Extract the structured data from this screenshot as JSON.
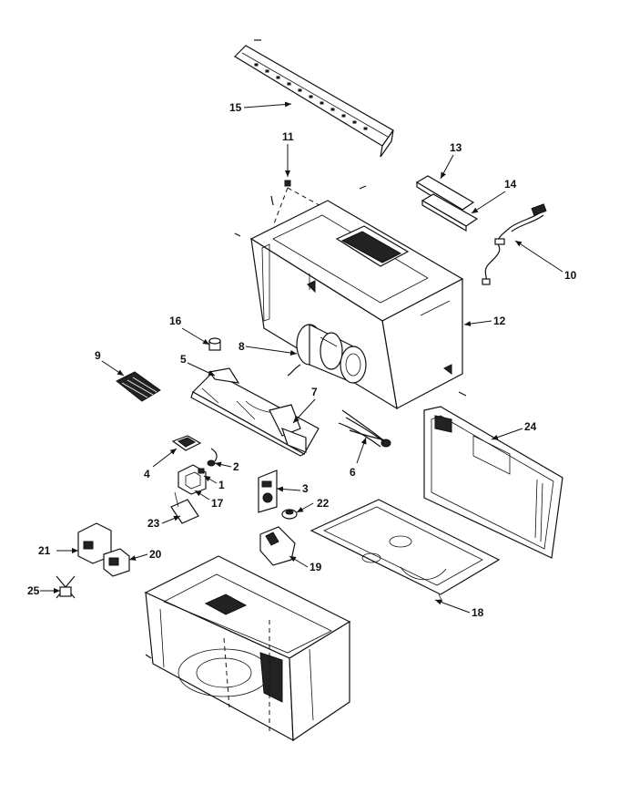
{
  "callouts": [
    {
      "id": "c1",
      "text": "1"
    },
    {
      "id": "c2",
      "text": "2"
    },
    {
      "id": "c3",
      "text": "3"
    },
    {
      "id": "c4",
      "text": "4"
    },
    {
      "id": "c5",
      "text": "5"
    },
    {
      "id": "c6",
      "text": "6"
    },
    {
      "id": "c7",
      "text": "7"
    },
    {
      "id": "c8",
      "text": "8"
    },
    {
      "id": "c9",
      "text": "9"
    },
    {
      "id": "c10",
      "text": "10"
    },
    {
      "id": "c11",
      "text": "11"
    },
    {
      "id": "c12",
      "text": "12"
    },
    {
      "id": "c13",
      "text": "13"
    },
    {
      "id": "c14",
      "text": "14"
    },
    {
      "id": "c15",
      "text": "15"
    },
    {
      "id": "c16",
      "text": "16"
    },
    {
      "id": "c17",
      "text": "17"
    },
    {
      "id": "c18",
      "text": "18"
    },
    {
      "id": "c19",
      "text": "19"
    },
    {
      "id": "c20",
      "text": "20"
    },
    {
      "id": "c21",
      "text": "21"
    },
    {
      "id": "c22",
      "text": "22"
    },
    {
      "id": "c23",
      "text": "23"
    },
    {
      "id": "c24",
      "text": "24"
    },
    {
      "id": "c25",
      "text": "25"
    }
  ]
}
